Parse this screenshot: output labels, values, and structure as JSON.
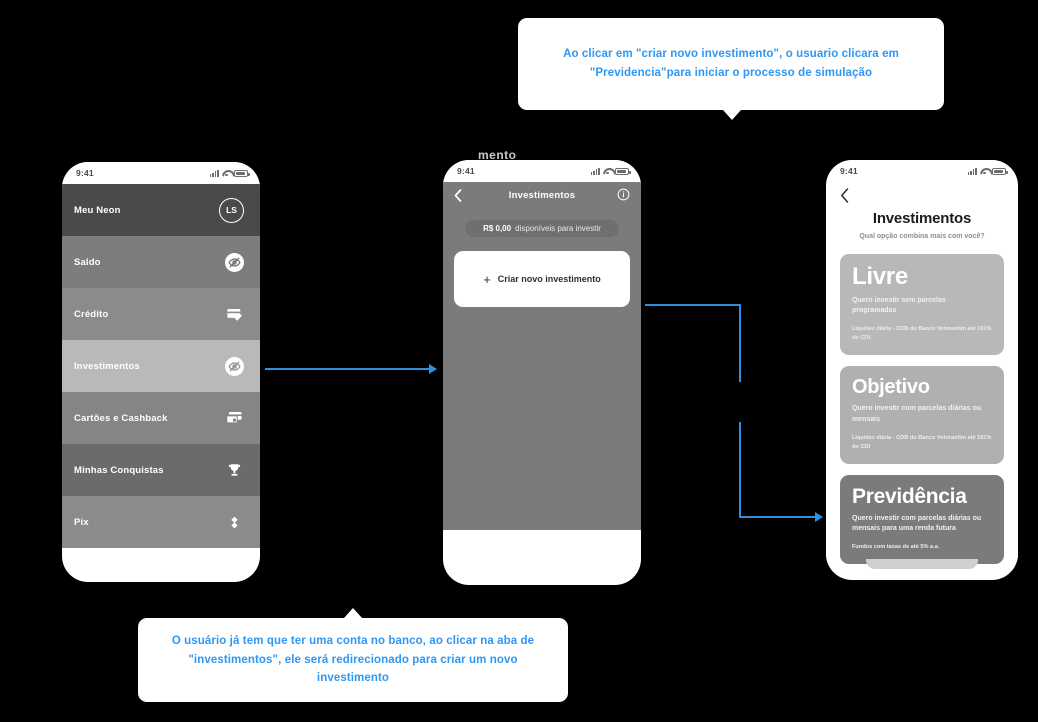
{
  "callouts": {
    "top": {
      "line1": "Ao clicar em \"criar novo investimento\", o usuario clicara em",
      "line2": "\"Previdencia\"para iniciar o processo de simulação"
    },
    "bottom": {
      "line1": "O usuário já  tem que ter uma conta no banco, ao clicar na aba de",
      "line2": "\"investimentos\", ele será redirecionado para criar um novo investimento"
    },
    "accent_color": "#2f97f3"
  },
  "connector_color": "#2f8fe0",
  "status_bar": {
    "time": "9:41"
  },
  "phone1": {
    "menu": [
      {
        "label": "Meu Neon",
        "icon": "avatar-ls",
        "icon_text": "LS",
        "bg": "#4a4a4a"
      },
      {
        "label": "Saldo",
        "icon": "eye-off-icon",
        "bg": "#7d7d7d"
      },
      {
        "label": "Crédito",
        "icon": "card-check-icon",
        "bg": "#8b8b8b"
      },
      {
        "label": "Investimentos",
        "icon": "eye-off-icon",
        "bg": "#b9b9b9"
      },
      {
        "label": "Cartões e Cashback",
        "icon": "cards-icon",
        "bg": "#858585"
      },
      {
        "label": "Minhas Conquistas",
        "icon": "trophy-icon",
        "bg": "#6b6b6b"
      },
      {
        "label": "Pix",
        "icon": "pix-icon",
        "bg": "#8b8b8b"
      }
    ]
  },
  "phone2": {
    "topbar": {
      "title": "Investimentos",
      "back_icon": "chevron-left-icon",
      "info_icon": "info-icon"
    },
    "balance_pill": {
      "amount": "R$ 0,00",
      "suffix": "disponíveis para investir"
    },
    "create_card": {
      "label": "Criar novo investimento",
      "icon": "plus-icon"
    },
    "artifact_text": "mento"
  },
  "phone3": {
    "back_icon": "chevron-left-icon",
    "title": "Investimentos",
    "subtitle": "Qual opção combina mais com você?",
    "options": [
      {
        "title": "Livre",
        "title_size": "24px",
        "desc": "Quero investir sem parcelas programadas",
        "note": "Liquidez diária - CDB do Banco Votorantim até 101% do CDI.",
        "bg": "#b8b8b8"
      },
      {
        "title": "Objetivo",
        "title_size": "20px",
        "desc": "Quero investir com parcelas diárias ou mensais",
        "note": "Liquidez diária - CDB do Banco Votorantim até 101% do CDI",
        "bg": "#b0b0b0"
      },
      {
        "title": "Previdência",
        "title_size": "21px",
        "desc": "Quero investir com parcelas diárias ou mensais para uma renda futura",
        "note": "Fundos com taxas de até 5% a.a.",
        "bg": "#7b7b7b"
      }
    ]
  }
}
